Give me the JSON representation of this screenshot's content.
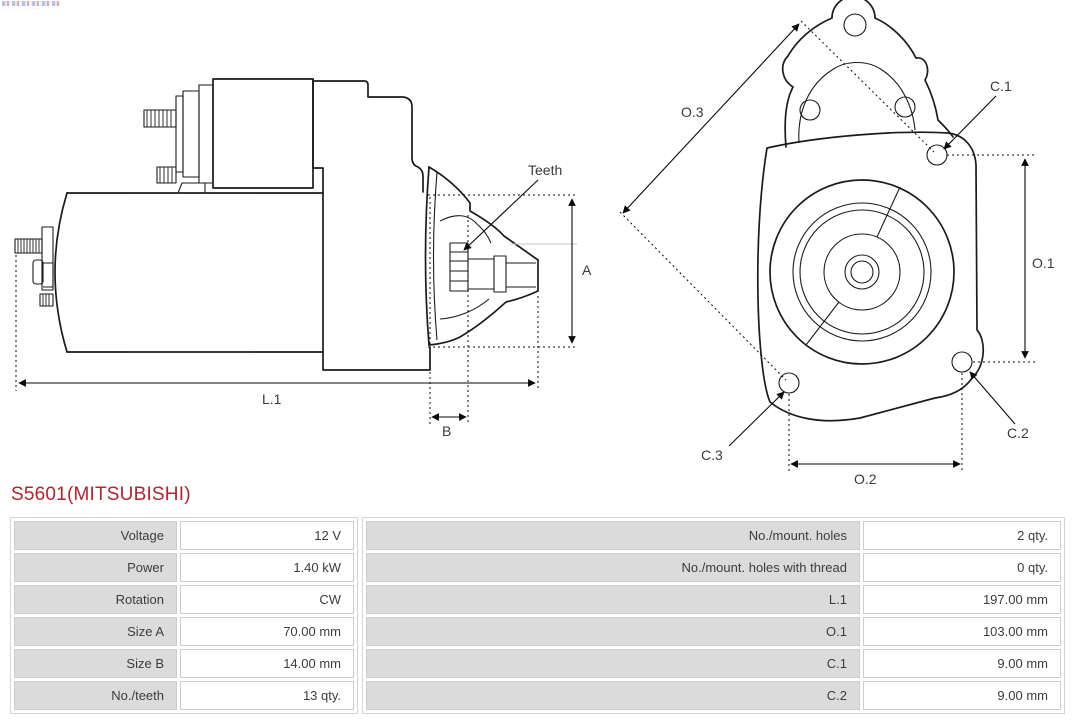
{
  "header": {
    "part_number": "S5601(MITSUBISHI)"
  },
  "drawings": {
    "side_view": {
      "labels": {
        "teeth": "Teeth",
        "a": "A",
        "l1": "L.1",
        "b": "B"
      }
    },
    "front_view": {
      "labels": {
        "o3": "O.3",
        "o1": "O.1",
        "o2": "O.2",
        "c1": "C.1",
        "c2": "C.2",
        "c3": "C.3"
      }
    }
  },
  "spec_table": {
    "left_rows": [
      {
        "label": "Voltage",
        "value": "12 V"
      },
      {
        "label": "Power",
        "value": "1.40 kW"
      },
      {
        "label": "Rotation",
        "value": "CW"
      },
      {
        "label": "Size A",
        "value": "70.00 mm"
      },
      {
        "label": "Size B",
        "value": "14.00 mm"
      },
      {
        "label": "No./teeth",
        "value": "13 qty."
      }
    ],
    "right_rows": [
      {
        "label": "No./mount. holes",
        "value": "2 qty."
      },
      {
        "label": "No./mount. holes with thread",
        "value": "0 qty."
      },
      {
        "label": "L.1",
        "value": "197.00 mm"
      },
      {
        "label": "O.1",
        "value": "103.00 mm"
      },
      {
        "label": "C.1",
        "value": "9.00 mm"
      },
      {
        "label": "C.2",
        "value": "9.00 mm"
      }
    ]
  },
  "colors": {
    "heading": "#b4232e",
    "label_cell_bg": "#dbdbdb",
    "table_border": "#cccccc",
    "drawing_line": "#1b1b1b"
  }
}
